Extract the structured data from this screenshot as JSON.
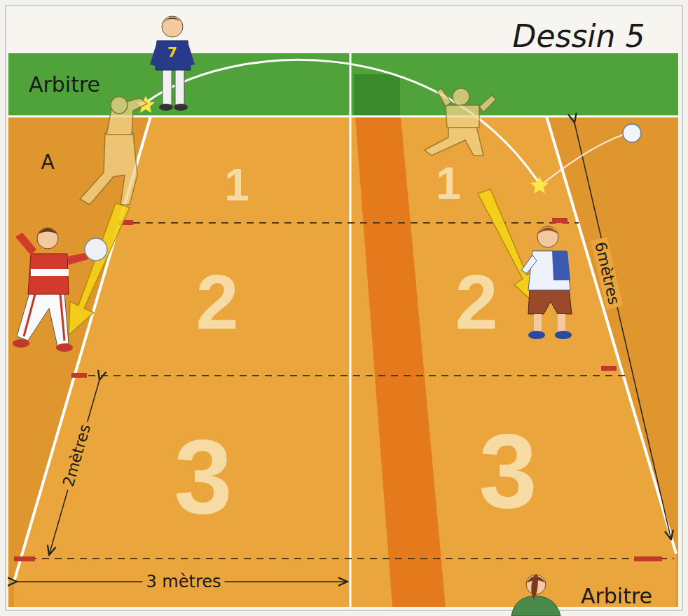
{
  "diagram": {
    "title": "Dessin 5",
    "labels": [
      "Arbitre",
      "7",
      "A",
      "1",
      "2",
      "3",
      "1",
      "2",
      "3",
      "6mètres",
      "2mètres",
      "3 mètres",
      "Arbitre"
    ]
  }
}
